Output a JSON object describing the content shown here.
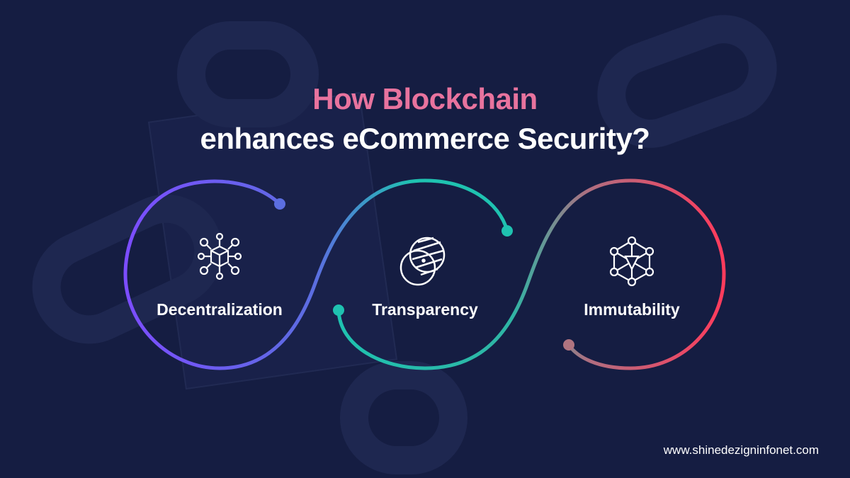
{
  "title": {
    "line1": "How Blockchain",
    "line2": "enhances eCommerce Security?"
  },
  "items": [
    {
      "label": "Decentralization",
      "icon": "network-cube-icon"
    },
    {
      "label": "Transparency",
      "icon": "transparent-circles-icon"
    },
    {
      "label": "Immutability",
      "icon": "hexagon-network-icon"
    }
  ],
  "footer": {
    "url": "www.shinedezigninfonet.com"
  },
  "colors": {
    "background": "#151d42",
    "title_accent": "#e8739e",
    "purple": "#7c4dff",
    "teal": "#1fc2b0",
    "red": "#ff3b5c"
  }
}
